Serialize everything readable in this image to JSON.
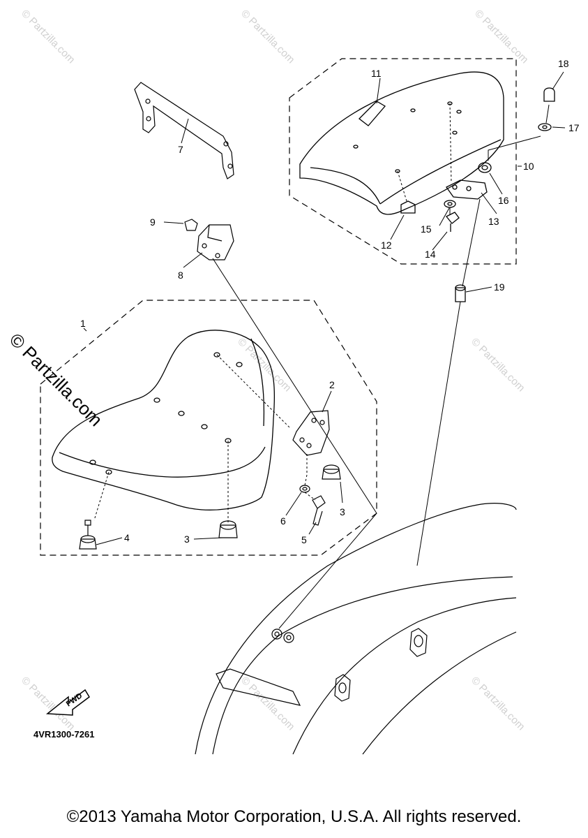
{
  "part_labels": {
    "p1": "1",
    "p2": "2",
    "p3a": "3",
    "p3b": "3",
    "p4": "4",
    "p5": "5",
    "p6": "6",
    "p7": "7",
    "p8": "8",
    "p9": "9",
    "p10": "10",
    "p11": "11",
    "p12": "12",
    "p13": "13",
    "p14": "14",
    "p15": "15",
    "p16": "16",
    "p17": "17",
    "p18": "18",
    "p19": "19"
  },
  "watermark": {
    "text": "© Partzilla.com",
    "faint_text": "© Partzilla.com"
  },
  "diagram_code": "4VR1300-7261",
  "fwd_label": "FWD",
  "copyright": "©2013 Yamaha Motor Corporation, U.S.A. All rights reserved.",
  "colors": {
    "line": "#000000",
    "watermark": "#d0d0d0",
    "background": "#ffffff"
  }
}
